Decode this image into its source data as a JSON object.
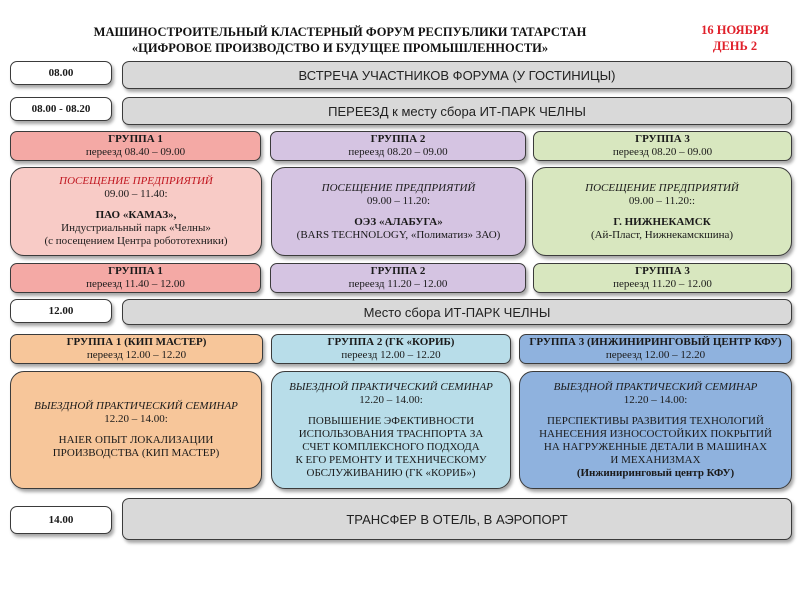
{
  "header": {
    "title_line1": "МАШИНОСТРОИТЕЛЬНЫЙ КЛАСТЕРНЫЙ ФОРУМ РЕСПУБЛИКИ ТАТАРСТАН",
    "title_line2": "«ЦИФРОВОЕ ПРОИЗВОДСТВО И БУДУЩЕЕ ПРОМЫШЛЕННОСТИ»",
    "date_line1": "16 НОЯБРЯ",
    "date_line2": "ДЕНЬ 2"
  },
  "rows": {
    "r1": {
      "time": "08.00",
      "text": "ВСТРЕЧА УЧАСТНИКОВ ФОРУМА (У ГОСТИНИЦЫ)"
    },
    "r2": {
      "time": "08.00 - 08.20",
      "text": "ПЕРЕЕЗД к месту сбора ИТ-ПАРК ЧЕЛНЫ"
    },
    "r3": {
      "time": "12.00",
      "text": "Место сбора ИТ-ПАРК ЧЕЛНЫ"
    },
    "r4": {
      "time": "14.00",
      "text": "ТРАНСФЕР В ОТЕЛЬ, В АЭРОПОРТ"
    }
  },
  "transfer1": {
    "g1": {
      "title": "ГРУППА 1",
      "sub": "переезд 08.40 – 09.00"
    },
    "g2": {
      "title": "ГРУППА 2",
      "sub": "переезд  08.20 – 09.00"
    },
    "g3": {
      "title": "ГРУППА 3",
      "sub": "переезд  08.20 – 09.00"
    }
  },
  "visits": {
    "g1": {
      "heading": "ПОСЕЩЕНИЕ ПРЕДПРИЯТИЙ",
      "time": "09.00 – 11.40:",
      "company": "ПАО «КАМАЗ»,",
      "line2": "Индустриальный парк «Челны»",
      "line3": "(с посещением Центра робототехники)"
    },
    "g2": {
      "heading": "ПОСЕЩЕНИЕ  ПРЕДПРИЯТИЙ",
      "time": "09.00 – 11.20:",
      "company": "ОЭЗ «АЛАБУГА»",
      "line2": "(BARS TECHNOLOGY, «Полиматиз» ЗАО)"
    },
    "g3": {
      "heading": "ПОСЕЩЕНИЕ  ПРЕДПРИЯТИЙ",
      "time": "09.00 – 11.20::",
      "company": "Г. НИЖНЕКАМСК",
      "line2": "(Ай-Пласт, Нижнекамскшина)"
    }
  },
  "transfer2": {
    "g1": {
      "title": "ГРУППА 1",
      "sub": "переезд  11.40 – 12.00"
    },
    "g2": {
      "title": "ГРУППА 2",
      "sub": "переезд  11.20 – 12.00"
    },
    "g3": {
      "title": "ГРУППА 3",
      "sub": "переезд  11.20 – 12.00"
    }
  },
  "groups": {
    "g1": {
      "title": "ГРУППА 1 (КИП МАСТЕР)",
      "sub": "переезд 12.00 – 12.20"
    },
    "g2": {
      "title": "ГРУППА 2 (ГК «КОРИБ)",
      "sub": "переезд 12.00 – 12.20"
    },
    "g3": {
      "title": "ГРУППА 3 (ИНЖИНИРИНГОВЫЙ ЦЕНТР КФУ)",
      "sub": "переезд 12.00 – 12.20"
    }
  },
  "seminars": {
    "g1": {
      "heading": "ВЫЕЗДНОЙ ПРАКТИЧЕСКИЙ СЕМИНАР",
      "time": "12.20 – 14.00:",
      "lines": [
        "HAIER ОПЫТ ЛОКАЛИЗАЦИИ",
        "ПРОИЗВОДСТВА (КИП МАСТЕР)"
      ]
    },
    "g2": {
      "heading": "ВЫЕЗДНОЙ ПРАКТИЧЕСКИЙ СЕМИНАР",
      "time": "12.20 – 14.00:",
      "lines": [
        "ПОВЫШЕНИЕ ЭФЕКТИВНОСТИ",
        "ИСПОЛЬЗОВАНИЯ ТРАСНПОРТА ЗА",
        "СЧЕТ КОМПЛЕКСНОГО ПОДХОДА",
        "К ЕГО РЕМОНТУ И ТЕХНИЧЕСКОМУ",
        "ОБСЛУЖИВАНИЮ (ГК «КОРИБ»)"
      ]
    },
    "g3": {
      "heading": "ВЫЕЗДНОЙ ПРАКТИЧЕСКИЙ СЕМИНАР",
      "time": "12.20 – 14.00:",
      "lines": [
        "ПЕРСПЕКТИВЫ РАЗВИТИЯ ТЕХНОЛОГИЙ",
        "НАНЕСЕНИЯ ИЗНОСОСТОЙКИХ ПОКРЫТИЙ",
        "НА НАГРУЖЕННЫЕ ДЕТАЛИ В МАШИНАХ",
        "И МЕХАНИЗМАХ",
        "(Инжиниринговый центр КФУ)"
      ]
    }
  }
}
